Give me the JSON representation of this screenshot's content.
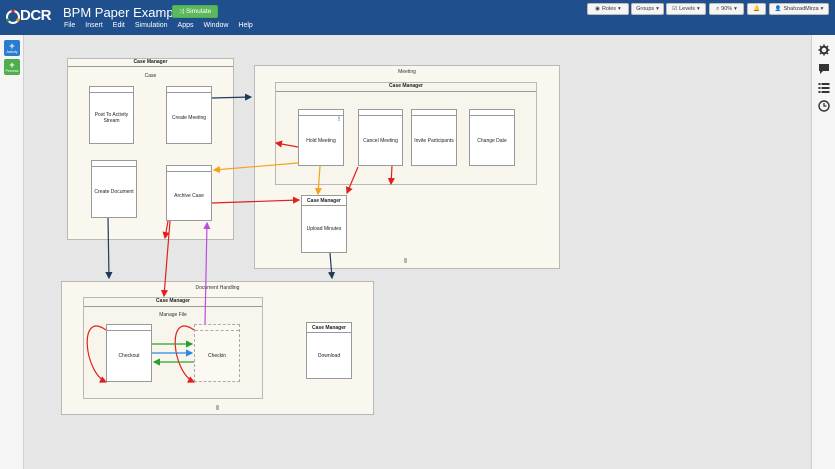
{
  "header": {
    "logo_text": "DCR",
    "app_title": "BPM Paper Example",
    "simulate_label": "Simulate",
    "menu": [
      "File",
      "Insert",
      "Edit",
      "Simulation",
      "Apps",
      "Window",
      "Help"
    ],
    "roles_label": "Roles",
    "groups_label": "Groups",
    "levels_label": "Levels",
    "zoom_label": "90%",
    "user_label": "ShahzadMirza"
  },
  "left_panel": {
    "activity_label": "Activity",
    "process_label": "Process"
  },
  "canvas": {
    "case_manager_label": "Case Manager",
    "case_box_label": "Case",
    "meeting_box_label": "Meeting",
    "document_handling_label": "Document Handling",
    "manage_file_label": "Manage File",
    "grip_mark": "|||",
    "bang_mark": "!",
    "activities": {
      "post_to_activity_stream": "Post To Activity Stream",
      "create_meeting": "Create Meeting",
      "create_document": "Create Document",
      "archive_case": "Archive Case",
      "hold_meeting": "Hold Meeting",
      "cancel_meeting": "Cancel Meeting",
      "invite_participants": "Invite Participants",
      "change_date": "Change Date",
      "upload_minutes": "Upload Minutes",
      "checkout": "Checkout",
      "checkin": "Checkin",
      "download": "Download"
    }
  },
  "colors": {
    "topbar": "#1f4f8c",
    "simulate": "#5cb85c",
    "condition": "#1f3a5c",
    "exclude": "#e02020",
    "response": "#f4a21a",
    "include": "#2ca02c",
    "milestone": "#2a8ae0",
    "spawn": "#b84de0"
  },
  "icons": [
    "dcr-logo-icon",
    "shuffle-icon",
    "eye-icon",
    "checkbox-icon",
    "search-icon",
    "bell-icon",
    "user-icon",
    "gear-icon",
    "comment-icon",
    "list-icon",
    "clock-icon"
  ]
}
